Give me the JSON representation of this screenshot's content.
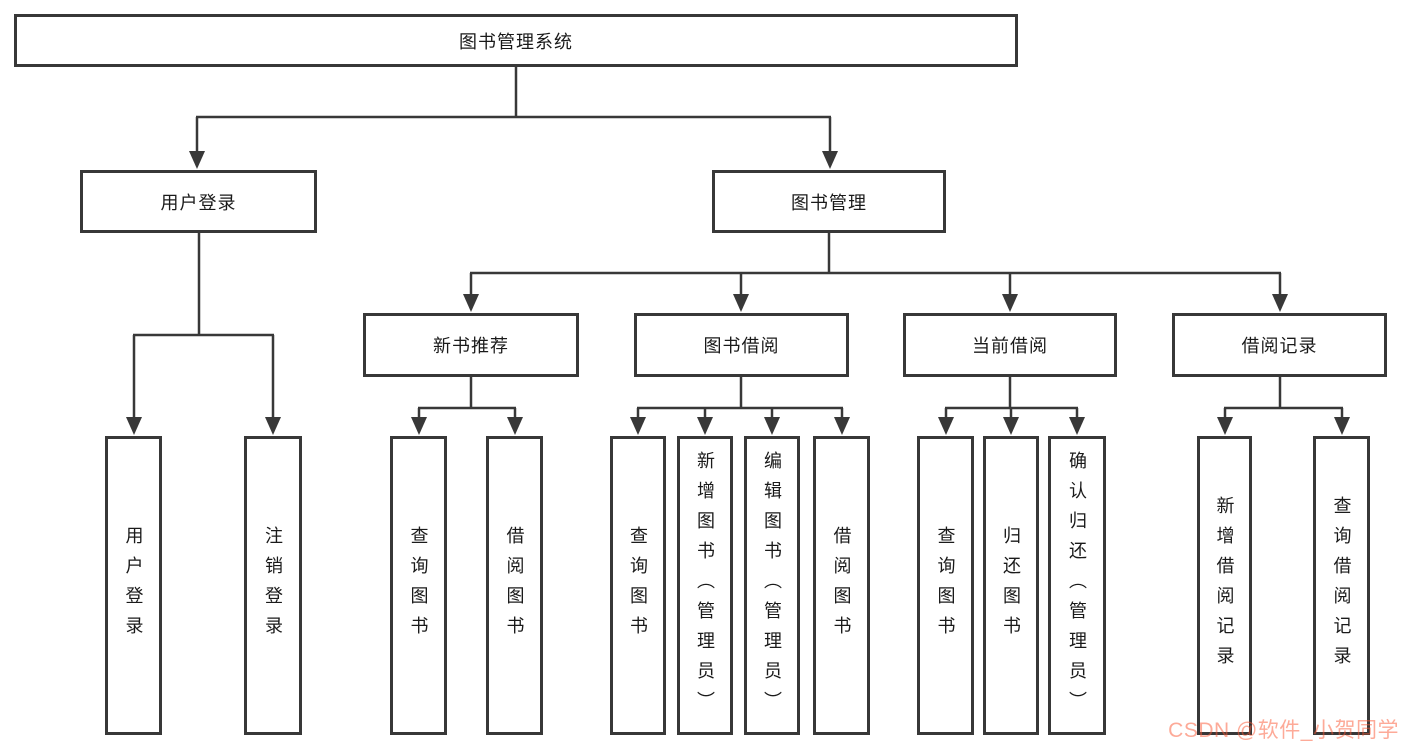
{
  "diagram_colors": {
    "line": "#383838",
    "box_border": "#383838",
    "background": "#ffffff",
    "watermark": "rgba(252,85,49,0.50)"
  },
  "tree": {
    "root": {
      "label": "图书管理系统",
      "children": [
        {
          "label": "用户登录",
          "children": [
            {
              "label": "用户登录"
            },
            {
              "label": "注销登录"
            }
          ]
        },
        {
          "label": "图书管理",
          "children": [
            {
              "label": "新书推荐",
              "children": [
                {
                  "label": "查询图书"
                },
                {
                  "label": "借阅图书"
                }
              ]
            },
            {
              "label": "图书借阅",
              "children": [
                {
                  "label": "查询图书"
                },
                {
                  "label": "新增图书（管理员）"
                },
                {
                  "label": "编辑图书（管理员）"
                },
                {
                  "label": "借阅图书"
                }
              ]
            },
            {
              "label": "当前借阅",
              "children": [
                {
                  "label": "查询图书"
                },
                {
                  "label": "归还图书"
                },
                {
                  "label": "确认归还（管理员）"
                }
              ]
            },
            {
              "label": "借阅记录",
              "children": [
                {
                  "label": "新增借阅记录"
                },
                {
                  "label": "查询借阅记录"
                }
              ]
            }
          ]
        }
      ]
    }
  },
  "watermark": {
    "text": "CSDN @软件_小贺同学"
  }
}
